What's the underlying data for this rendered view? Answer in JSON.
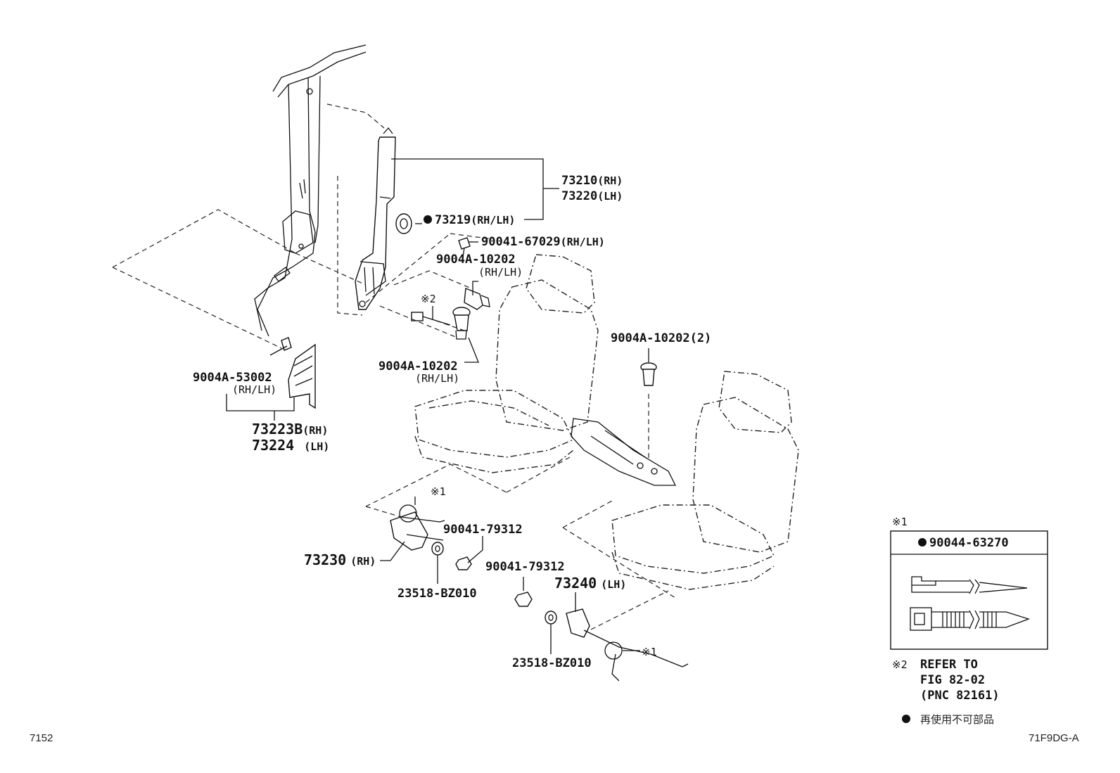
{
  "labels": {
    "belt_rh": "73210",
    "belt_rh_sfx": "(RH)",
    "belt_lh": "73220",
    "belt_lh_sfx": "(LH)",
    "cover": "73219",
    "cover_sfx": "(RH/LH)",
    "screw1": "90041-67029",
    "screw1_sfx": "(RH/LH)",
    "bolt1": "9004A-10202",
    "bolt1_sfx": "(RH/LH)",
    "ref2_mark": "※2",
    "bolt2": "9004A-10202",
    "bolt2_sfx": "(RH/LH)",
    "clip": "9004A-53002",
    "clip_sfx": "(RH/LH)",
    "guide_rh": "73223B",
    "guide_rh_sfx": "(RH)",
    "guide_lh": "73224",
    "guide_lh_sfx": "(LH)",
    "bolt3": "9004A-10202(2)",
    "ref1_mark_a": "※1",
    "nut_a": "90041-79312",
    "buckle_rh": "73230",
    "buckle_rh_sfx": "(RH)",
    "washer_a": "23518-BZ010",
    "nut_b": "90041-79312",
    "buckle_lh": "73240",
    "buckle_lh_sfx": "(LH)",
    "washer_b": "23518-BZ010",
    "ref1_mark_b": "※1"
  },
  "legend": {
    "box_mark": "※1",
    "box_part": "90044-63270",
    "note_mark": "※2",
    "note_line1": "REFER TO",
    "note_line2": "FIG 82-02",
    "note_line3": "(PNC 82161)",
    "nonreuse_text": "再使用不可部品"
  },
  "footer": {
    "page_number": "7152",
    "figure_code": "71F9DG-A"
  }
}
